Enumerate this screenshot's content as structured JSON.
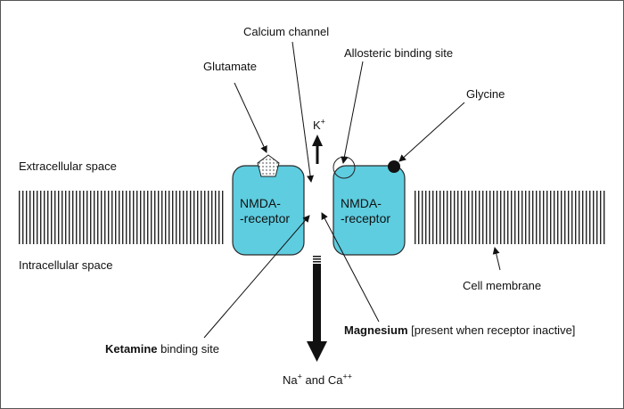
{
  "labels": {
    "calcium_channel": "Calcium channel",
    "glutamate": "Glutamate",
    "allosteric_site": "Allosteric binding site",
    "glycine": "Glycine",
    "extracellular": "Extracellular space",
    "intracellular": "Intracellular space",
    "cell_membrane": "Cell membrane",
    "ketamine_bold": "Ketamine",
    "ketamine_rest": "binding site",
    "magnesium_bold": "Magnesium",
    "magnesium_rest": "[present when receptor inactive]",
    "potassium": "K",
    "potassium_charge": "+",
    "sodium": "Na",
    "sodium_charge": "+",
    "and_word": "and Ca",
    "calcium_charge": "++"
  },
  "receptors": {
    "left_line1": "NMDA-",
    "left_line2": "-receptor",
    "right_line1": "NMDA-",
    "right_line2": "-receptor"
  },
  "colors": {
    "receptor_fill": "#5ecde0",
    "receptor_stroke": "#2a2a2a",
    "ink": "#111111"
  }
}
